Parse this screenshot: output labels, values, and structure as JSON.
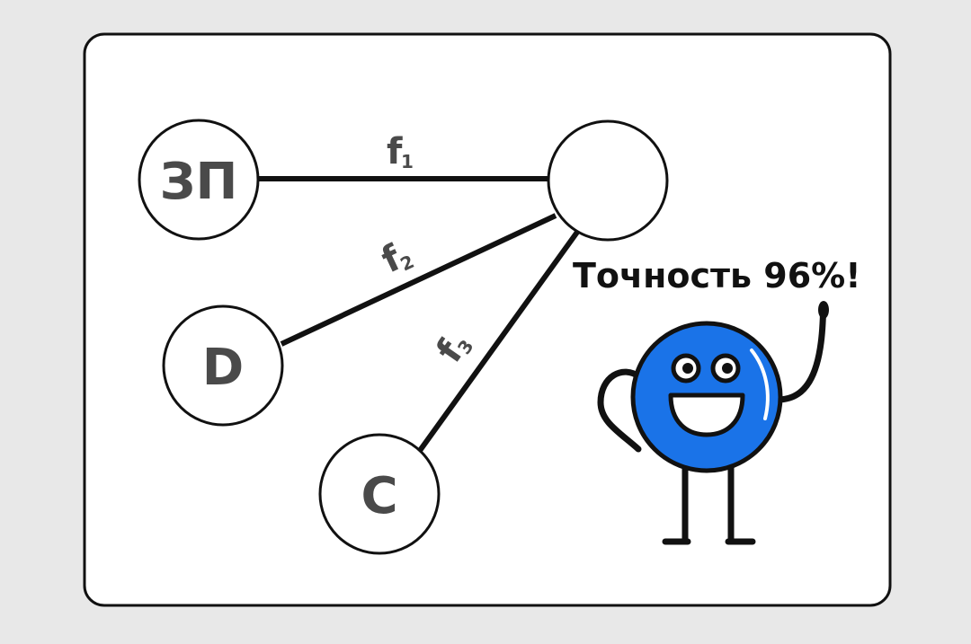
{
  "diagram": {
    "nodes": {
      "zp": {
        "label": "ЗП"
      },
      "d": {
        "label": "D"
      },
      "c": {
        "label": "C"
      },
      "output": {
        "label": ""
      }
    },
    "edges": [
      {
        "base": "f",
        "sub": "1"
      },
      {
        "base": "f",
        "sub": "2"
      },
      {
        "base": "f",
        "sub": "3"
      }
    ],
    "callout": "Точность 96%!"
  },
  "colors": {
    "background": "#e8e8e8",
    "panel": "#ffffff",
    "stroke": "#111111",
    "text": "#4a4a4a",
    "mascot_body": "#1a73e8"
  },
  "icons": {
    "mascot": "blue-ball-mascot-icon"
  }
}
